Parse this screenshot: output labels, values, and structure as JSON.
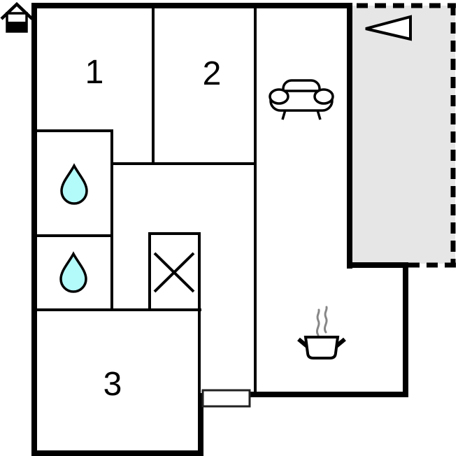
{
  "floorplan": {
    "type": "apartment-floor-plan",
    "rooms": [
      {
        "id": "room-1",
        "label": "1"
      },
      {
        "id": "room-2",
        "label": "2"
      },
      {
        "id": "room-3",
        "label": "3"
      }
    ],
    "features": {
      "bathroom_upper": "water-drop-icon",
      "bathroom_lower": "water-drop-icon",
      "shower": "crossed-square-icon",
      "living_area": "sofa-icon",
      "kitchen": "steaming-pot-icon",
      "terrace": "dashed-outline-area",
      "terrace_marker": "left-arrow-icon",
      "entrance_logo": "house-icon",
      "door_element": "door-rectangle"
    },
    "colors": {
      "wall": "#000000",
      "background": "#ffffff",
      "terrace_fill": "#e6e6e6",
      "water_drop_fill": "#b3fbfb",
      "steam": "#878787",
      "door_stroke": "#222222"
    }
  }
}
